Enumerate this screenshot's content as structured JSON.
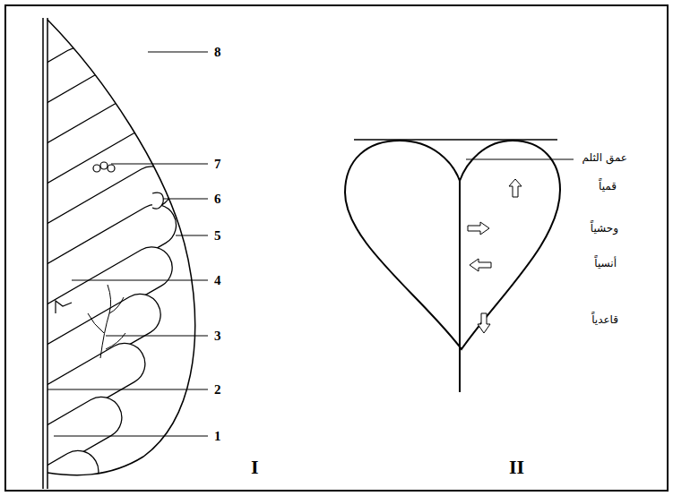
{
  "diagram": {
    "labels": [
      "8",
      "7",
      "6",
      "5",
      "4",
      "3",
      "2",
      "1",
      "I",
      "II",
      "عمق الثلم",
      "قمياً",
      "وحشياً",
      "أنسياً",
      "قاعدياً"
    ]
  }
}
